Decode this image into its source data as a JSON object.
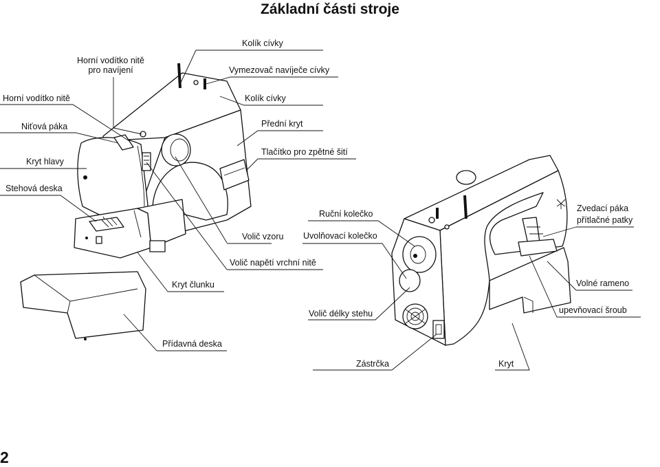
{
  "title": "Základní části stroje",
  "page_number": "2",
  "labels": {
    "spool_pin_top": "Kolík cívky",
    "bobbin_winder_stopper": "Vymezovač navíječe cívky",
    "spool_pin": "Kolík cívky",
    "front_cover": "Přední kryt",
    "reverse_button": "Tlačítko pro zpětné šití",
    "upper_guide_winding_1": "Horní vodítko nitě",
    "upper_guide_winding_2": "pro navíjení",
    "upper_thread_guide": "Horní vodítko nitě",
    "take_up_lever": "Niťová páka",
    "head_cover": "Kryt hlavy",
    "needle_plate": "Stehová deska",
    "pattern_selector": "Volič vzoru",
    "tension_dial": "Volič napětí vrchní nitě",
    "hook_cover": "Kryt člunku",
    "extension_table": "Přídavná deska",
    "handwheel": "Ruční kolečko",
    "clutch_knob": "Uvolňovací kolečko",
    "presser_lever_1": "Zvedací páka",
    "presser_lever_2": "přítlačné patky",
    "free_arm": "Volné rameno",
    "stitch_length": "Volič délky stehu",
    "screw": "upevňovací šroub",
    "plug": "Zástrčka",
    "cover": "Kryt"
  }
}
